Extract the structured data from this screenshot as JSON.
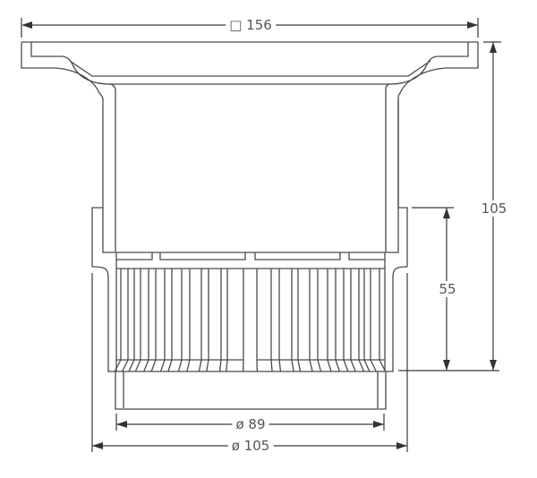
{
  "drawing": {
    "dimensions": {
      "flange_width": "□ 156",
      "total_height": "105",
      "lower_height": "55",
      "inner_diameter": "ø 89",
      "outer_diameter": "ø 105"
    },
    "line_color": "#4a4a4a"
  }
}
